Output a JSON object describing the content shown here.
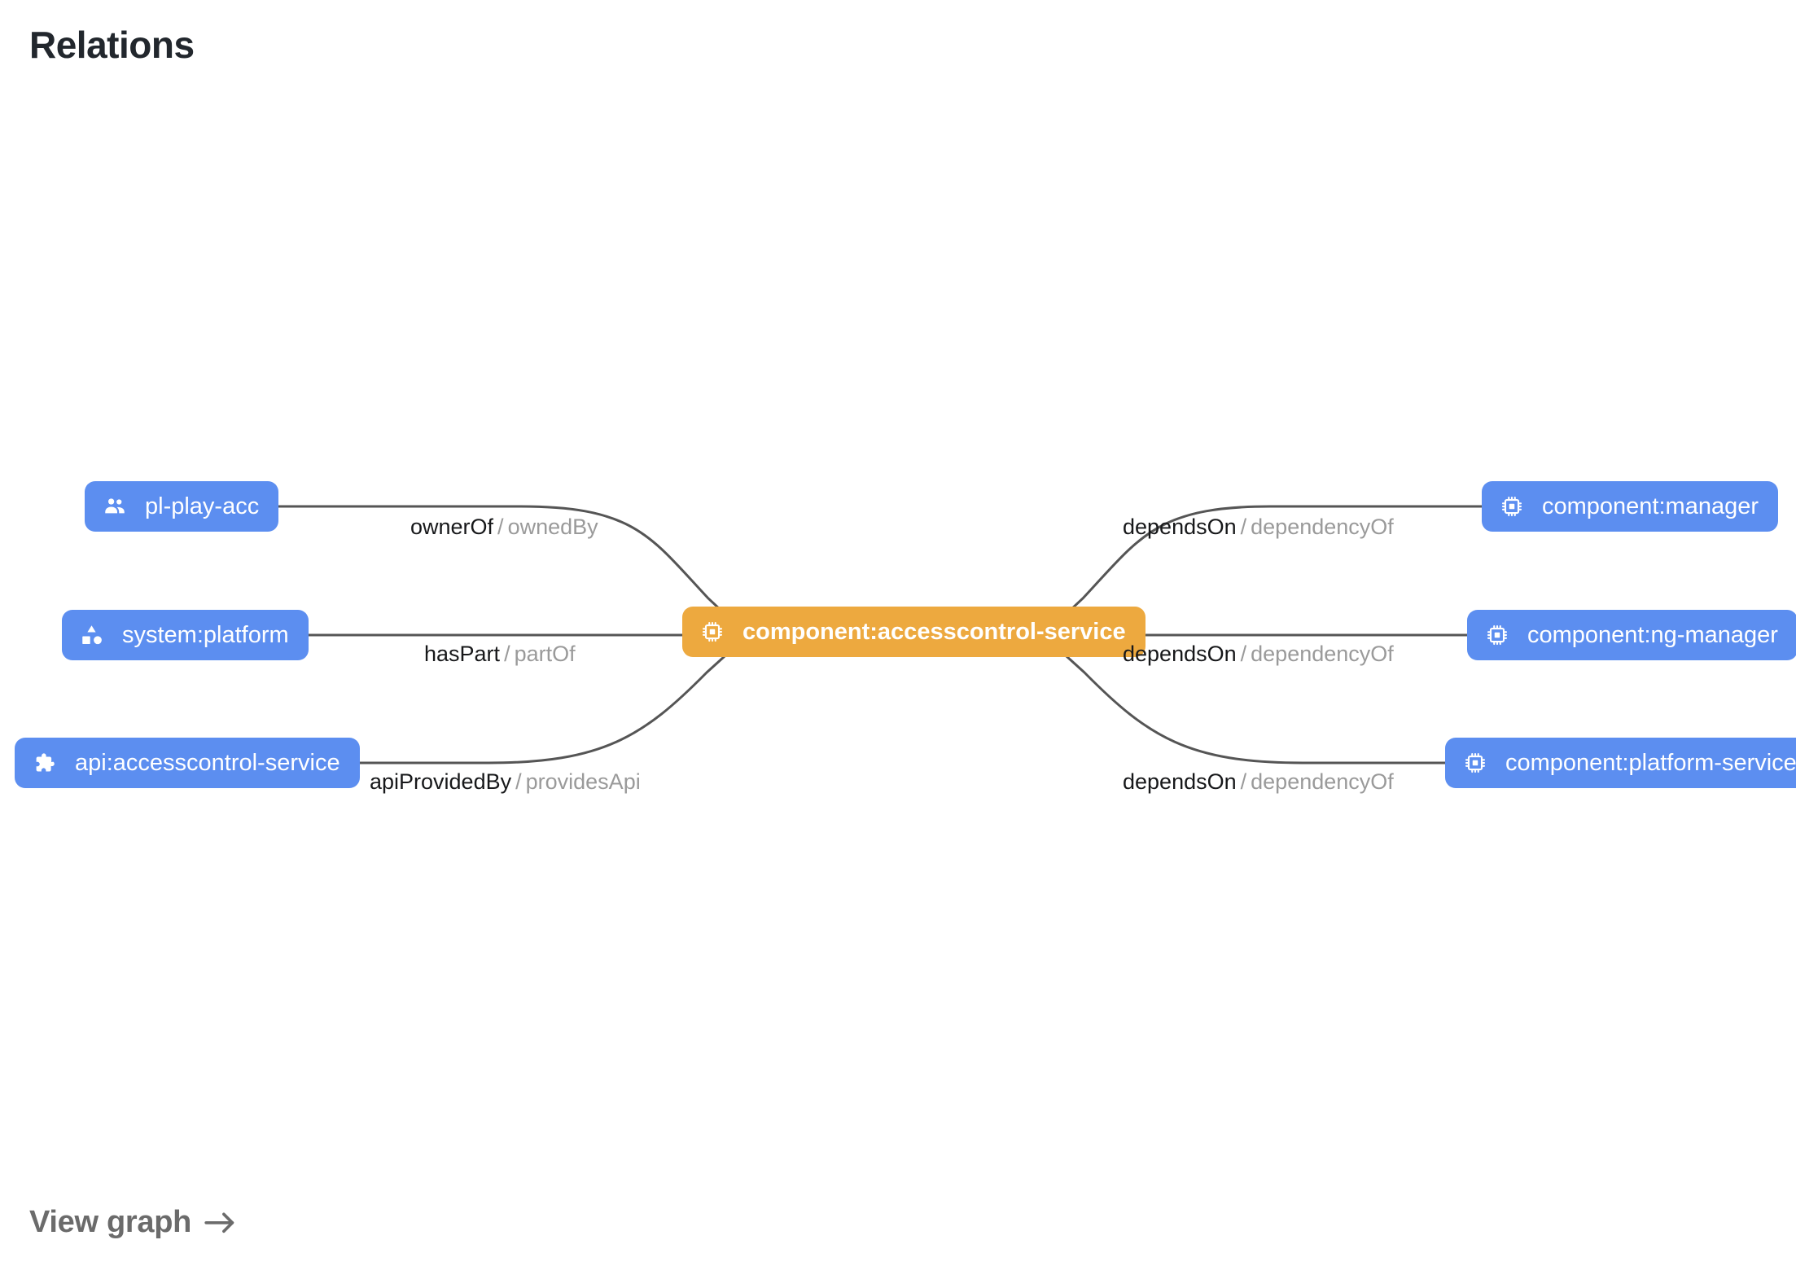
{
  "page": {
    "title": "Relations",
    "background": "#ffffff",
    "title_color": "#22272d"
  },
  "colors": {
    "node_blue": "#5c8ef0",
    "node_orange": "#eda93f",
    "node_text": "#ffffff",
    "edge_stroke": "#555555",
    "relation_forward": "#17181a",
    "relation_reverse": "#9a9a9a",
    "footer_link": "#6b6b6b"
  },
  "graph": {
    "center_node": {
      "id": "component:accesscontrol-service",
      "label": "component:accesscontrol-service",
      "kind": "component",
      "icon": "memory-chip-icon",
      "color": "#eda93f",
      "selected": true
    },
    "nodes": [
      {
        "id": "pl-play-acc",
        "label": "pl-play-acc",
        "kind": "group",
        "icon": "people-group-icon",
        "color": "#5c8ef0",
        "side": "left",
        "row": 1
      },
      {
        "id": "system:platform",
        "label": "system:platform",
        "kind": "system",
        "icon": "category-shapes-icon",
        "color": "#5c8ef0",
        "side": "left",
        "row": 2
      },
      {
        "id": "api:accesscontrol-service",
        "label": "api:accesscontrol-service",
        "kind": "api",
        "icon": "puzzle-extension-icon",
        "color": "#5c8ef0",
        "side": "left",
        "row": 3
      },
      {
        "id": "component:manager",
        "label": "component:manager",
        "kind": "component",
        "icon": "memory-chip-icon",
        "color": "#5c8ef0",
        "side": "right",
        "row": 1
      },
      {
        "id": "component:ng-manager",
        "label": "component:ng-manager",
        "kind": "component",
        "icon": "memory-chip-icon",
        "color": "#5c8ef0",
        "side": "right",
        "row": 2
      },
      {
        "id": "component:platform-service",
        "label": "component:platform-service",
        "kind": "component",
        "icon": "memory-chip-icon",
        "color": "#5c8ef0",
        "side": "right",
        "row": 3
      }
    ],
    "edges": [
      {
        "source": "pl-play-acc",
        "target": "component:accesscontrol-service",
        "forward": "ownerOf",
        "separator": "/",
        "reverse": "ownedBy"
      },
      {
        "source": "system:platform",
        "target": "component:accesscontrol-service",
        "forward": "hasPart",
        "separator": "/",
        "reverse": "partOf"
      },
      {
        "source": "api:accesscontrol-service",
        "target": "component:accesscontrol-service",
        "forward": "apiProvidedBy",
        "separator": "/",
        "reverse": "providesApi"
      },
      {
        "source": "component:accesscontrol-service",
        "target": "component:manager",
        "forward": "dependsOn",
        "separator": "/",
        "reverse": "dependencyOf"
      },
      {
        "source": "component:accesscontrol-service",
        "target": "component:ng-manager",
        "forward": "dependsOn",
        "separator": "/",
        "reverse": "dependencyOf"
      },
      {
        "source": "component:accesscontrol-service",
        "target": "component:platform-service",
        "forward": "dependsOn",
        "separator": "/",
        "reverse": "dependencyOf"
      }
    ]
  },
  "footer": {
    "view_graph_label": "View graph",
    "arrow_icon": "arrow-right-icon"
  }
}
